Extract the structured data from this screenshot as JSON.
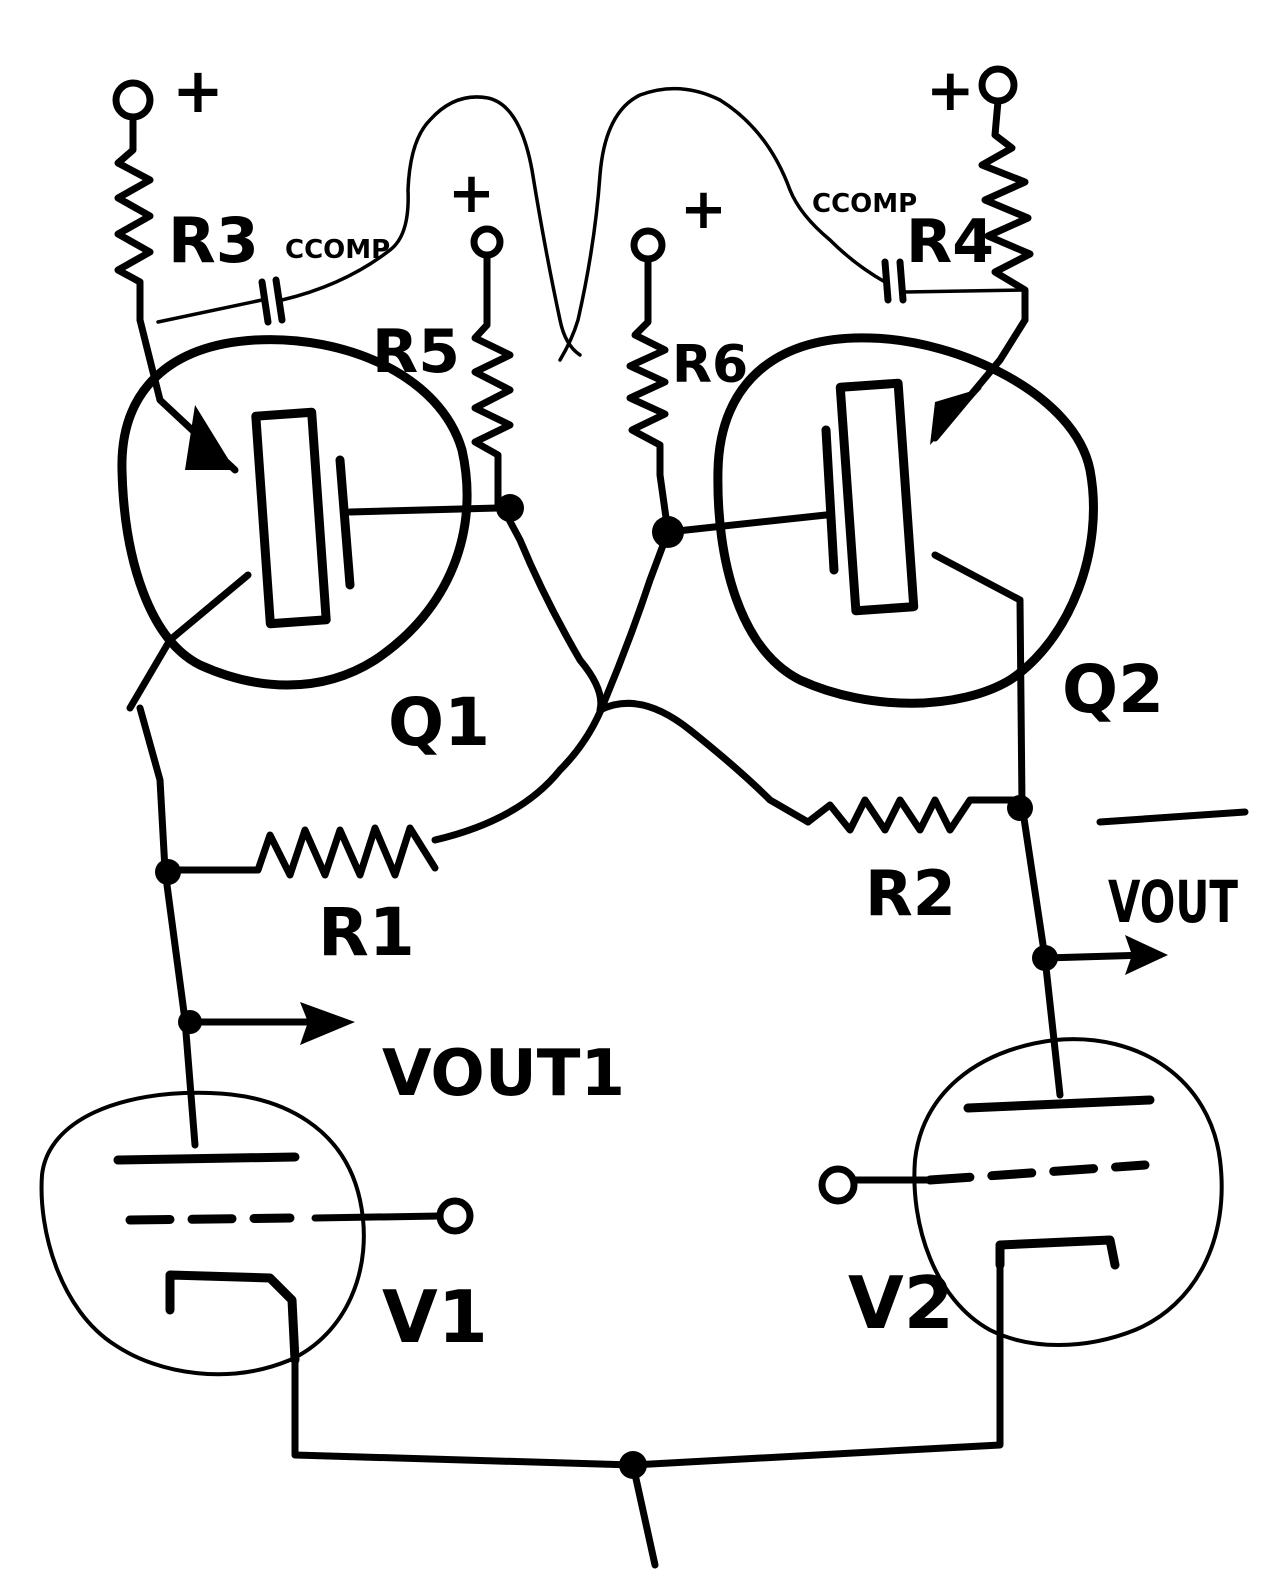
{
  "labels": {
    "r1": "R1",
    "r2": "R2",
    "r3": "R3",
    "r4": "R4",
    "r5": "R5",
    "r6": "R6",
    "ccomp_left": "CCOMP",
    "ccomp_right": "CCOMP",
    "q1": "Q1",
    "q2": "Q2",
    "v1": "V1",
    "v2": "V2",
    "vout1": "VOUT1",
    "vout_bar": "VOUT",
    "plus": "+"
  }
}
